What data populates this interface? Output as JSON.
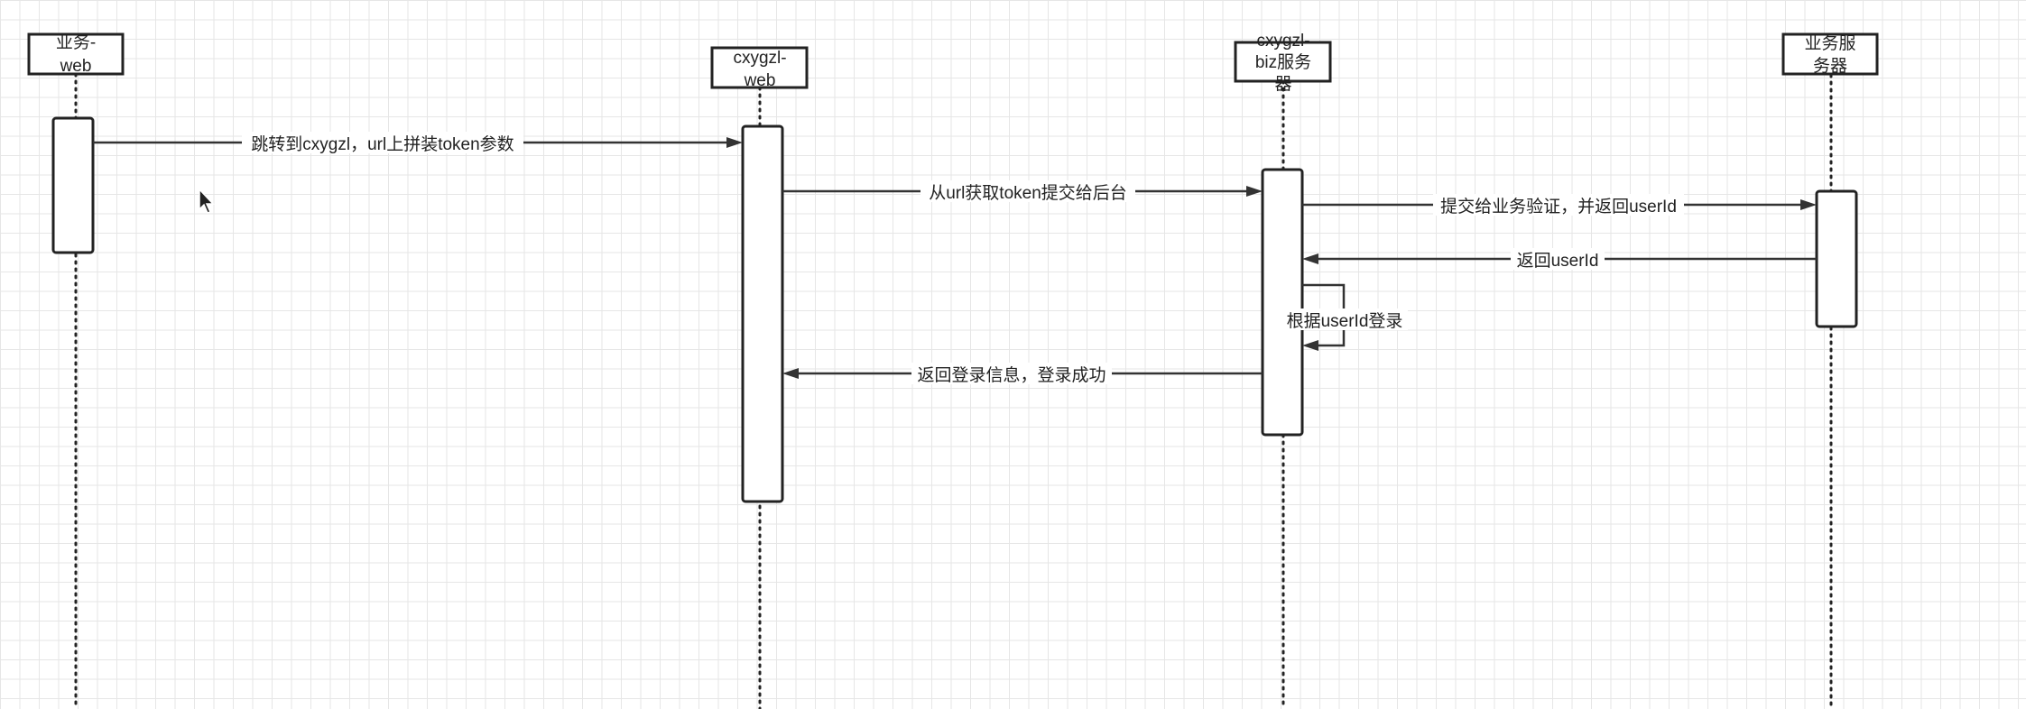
{
  "actors": [
    {
      "id": "a1",
      "lines": [
        "业务-",
        "web"
      ]
    },
    {
      "id": "a2",
      "lines": [
        "cxygzl-",
        "web"
      ]
    },
    {
      "id": "a3",
      "lines": [
        "cxygzl-",
        "biz服务",
        "器"
      ]
    },
    {
      "id": "a4",
      "lines": [
        "业务服",
        "务器"
      ]
    }
  ],
  "messages": [
    {
      "id": "m1",
      "label": "跳转到cxygzl，url上拼装token参数"
    },
    {
      "id": "m2",
      "label": "从url获取token提交给后台"
    },
    {
      "id": "m3",
      "label": "提交给业务验证，并返回userId"
    },
    {
      "id": "m4",
      "label": "返回userId"
    },
    {
      "id": "m5",
      "label": "根据userId登录"
    },
    {
      "id": "m6",
      "label": "返回登录信息，登录成功"
    }
  ],
  "icons": {
    "cursor": "mouse-pointer-icon"
  }
}
